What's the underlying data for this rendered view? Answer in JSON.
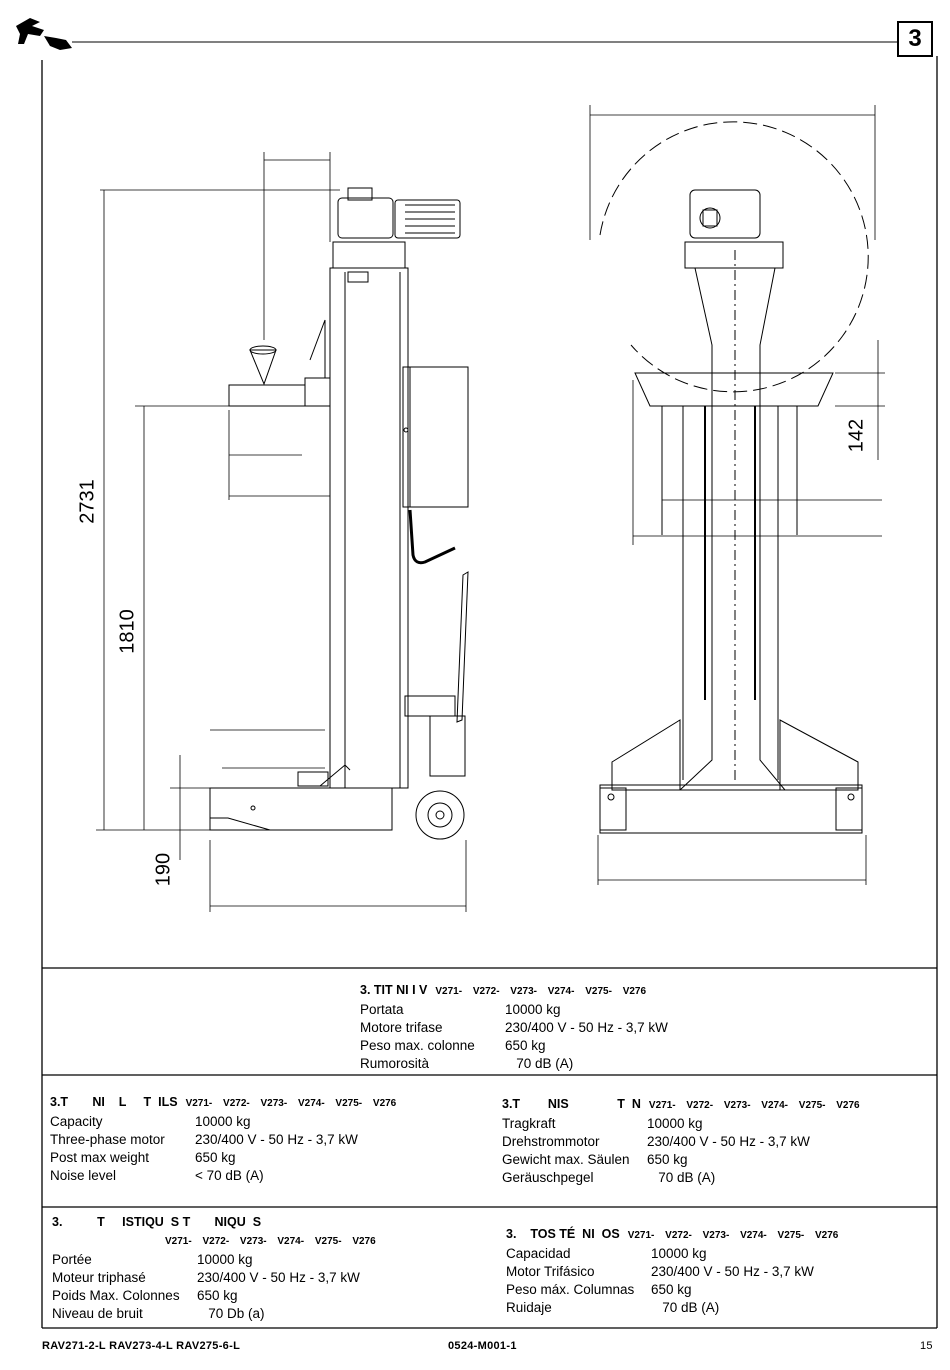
{
  "header": {
    "page_section": "3"
  },
  "dimensions": {
    "overall_height": "2731",
    "arm_height": "1810",
    "min_height": "190",
    "side_dim": "142"
  },
  "specs": {
    "it": {
      "title": "3.   TIT    NI  I    V",
      "models": "V271- V272- V273- V274- V275- V276",
      "rows": [
        {
          "label": "Portata",
          "value": "10000  kg"
        },
        {
          "label": "Motore trifase",
          "value": "230/400 V - 50 Hz - 3,7 kW"
        },
        {
          "label": "Peso max. colonne",
          "value": "650 kg"
        },
        {
          "label": "Rumorosità",
          "value": "   70 dB (A)"
        }
      ]
    },
    "en": {
      "title": "3.T       NI    L     T  ILS",
      "models": "V271- V272- V273- V274- V275- V276",
      "rows": [
        {
          "label": "Capacity",
          "value": "10000  kg"
        },
        {
          "label": "Three-phase motor",
          "value": "230/400 V - 50 Hz - 3,7 kW"
        },
        {
          "label": "Post max weight",
          "value": "650 kg"
        },
        {
          "label": "Noise level",
          "value": "< 70 dB (A)"
        }
      ]
    },
    "de": {
      "title": "3.T        NIS              T  N",
      "models": "V271- V272- V273- V274- V275- V276",
      "rows": [
        {
          "label": "Tragkraft",
          "value": "10000  kg"
        },
        {
          "label": "Drehstrommotor",
          "value": "230/400 V - 50 Hz - 3,7 kW"
        },
        {
          "label": "Gewicht max.  Säulen",
          "value": "650 kg"
        },
        {
          "label": "Geräuschpegel",
          "value": "   70 dB (A)"
        }
      ]
    },
    "fr": {
      "title": "3.          T     ISTIQU  S T       NIQU  S",
      "models": "V271- V272- V273- V274- V275- V276",
      "rows": [
        {
          "label": "Portée",
          "value": "10000  kg"
        },
        {
          "label": "Moteur triphasé",
          "value": "230/400 V - 50 Hz - 3,7 kW"
        },
        {
          "label": "Poids Max. Colonnes",
          "value": "650 kg"
        },
        {
          "label": "Niveau de bruit",
          "value": "   70 Db (a)"
        }
      ]
    },
    "es": {
      "title": "3.    TOS TÉ  NI  OS",
      "models": "V271- V272- V273- V274- V275- V276",
      "rows": [
        {
          "label": "Capacidad",
          "value": "10000  kg"
        },
        {
          "label": "Motor Trifásico",
          "value": "230/400 V - 50 Hz - 3,7 kW"
        },
        {
          "label": "Peso máx. Columnas",
          "value": "650 kg"
        },
        {
          "label": "Ruidaje",
          "value": "   70 dB (A)"
        }
      ]
    }
  },
  "footer": {
    "models": "RAV271-2-L  RAV273-4-L  RAV275-6-L",
    "code": "0524-M001-1",
    "page": "15"
  }
}
